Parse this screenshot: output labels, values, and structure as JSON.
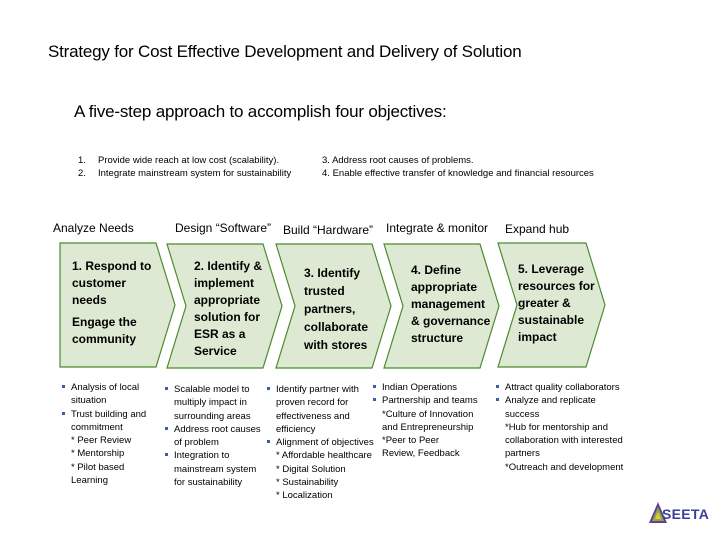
{
  "title": "Strategy for Cost Effective Development and Delivery of Solution",
  "subtitle": "A five-step approach to accomplish four objectives:",
  "objectives": [
    {
      "num": "1.",
      "text": "Provide wide reach at low cost (scalability)."
    },
    {
      "num": "2.",
      "text": "Integrate mainstream system for sustainability"
    },
    {
      "num": "3.",
      "text": "Address root causes of problems."
    },
    {
      "num": "4.",
      "text": "Enable effective transfer of knowledge and financial resources"
    }
  ],
  "stages": [
    "Analyze Needs",
    "Design “Software”",
    "Build “Hardware”",
    "Integrate & monitor",
    "Expand hub"
  ],
  "steps": [
    {
      "lines": [
        "1. Respond to customer needs",
        "Engage the community"
      ]
    },
    {
      "lines": [
        "2. Identify & implement appropriate solution for ESR as a Service"
      ]
    },
    {
      "lines": [
        "3. Identify trusted partners, collaborate with stores"
      ]
    },
    {
      "lines": [
        "4. Define appropriate management & governance structure"
      ]
    },
    {
      "lines": [
        "5. Leverage resources for greater & sustainable impact"
      ]
    }
  ],
  "details": [
    [
      {
        "t": "Analysis of local situation",
        "b": true
      },
      {
        "t": "Trust building and commitment",
        "b": true
      },
      {
        "t": "* Peer Review",
        "b": false
      },
      {
        "t": "* Mentorship",
        "b": false
      },
      {
        "t": "* Pilot based Learning",
        "b": false
      }
    ],
    [
      {
        "t": "Scalable model to multiply impact in surrounding areas",
        "b": true
      },
      {
        "t": "Address root causes of problem",
        "b": true
      },
      {
        "t": "Integration to mainstream system for sustainability",
        "b": true
      }
    ],
    [
      {
        "t": "Identify partner with proven record for effectiveness and efficiency",
        "b": true
      },
      {
        "t": "Alignment of objectives",
        "b": true
      },
      {
        "t": "* Affordable healthcare",
        "b": false
      },
      {
        "t": "* Digital Solution",
        "b": false
      },
      {
        "t": "* Sustainability",
        "b": false
      },
      {
        "t": "* Localization",
        "b": false
      }
    ],
    [
      {
        "t": "Indian Operations",
        "b": true
      },
      {
        "t": "Partnership and teams",
        "b": true
      },
      {
        "t": "*Culture of Innovation and Entrepreneurship",
        "b": false
      },
      {
        "t": "*Peer to Peer Review, Feedback",
        "b": false
      }
    ],
    [
      {
        "t": "Attract quality collaborators",
        "b": true
      },
      {
        "t": "Analyze and replicate success",
        "b": true
      },
      {
        "t": "*Hub for mentorship and collaboration with interested partners",
        "b": false
      },
      {
        "t": "*Outreach and development",
        "b": false
      }
    ]
  ],
  "logo": {
    "text": "SEETA"
  },
  "colors": {
    "chevron_fill": "#dde9d3",
    "chevron_stroke": "#4b8a2e",
    "bullet": "#3a5fa8"
  }
}
